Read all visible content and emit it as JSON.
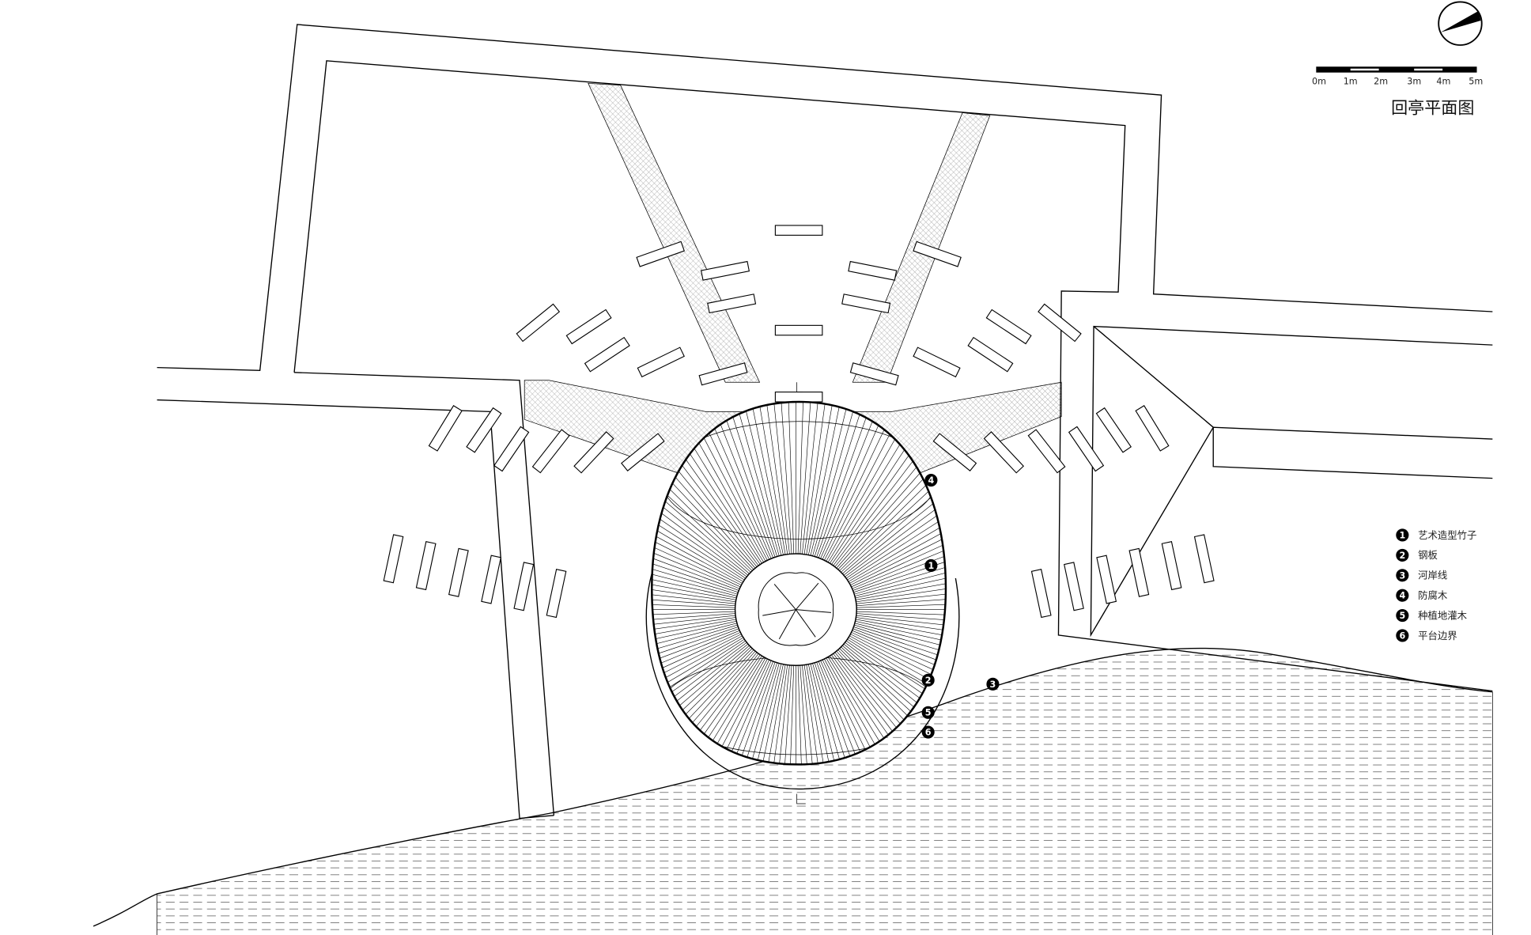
{
  "title": "回亭平面图",
  "scale_bar": {
    "labels": [
      "0m",
      "1m",
      "2m",
      "3m",
      "4m",
      "5m"
    ]
  },
  "legend": [
    {
      "num": "1",
      "label": "艺术造型竹子"
    },
    {
      "num": "2",
      "label": "钢板"
    },
    {
      "num": "3",
      "label": "河岸线"
    },
    {
      "num": "4",
      "label": "防腐木"
    },
    {
      "num": "5",
      "label": "种植地灌木"
    },
    {
      "num": "6",
      "label": "平台边界"
    }
  ],
  "callouts": [
    "4",
    "1",
    "2",
    "3",
    "5",
    "6"
  ],
  "colors": {
    "line": "#000000",
    "hatch": "#9a9a9a",
    "background": "#ffffff"
  }
}
